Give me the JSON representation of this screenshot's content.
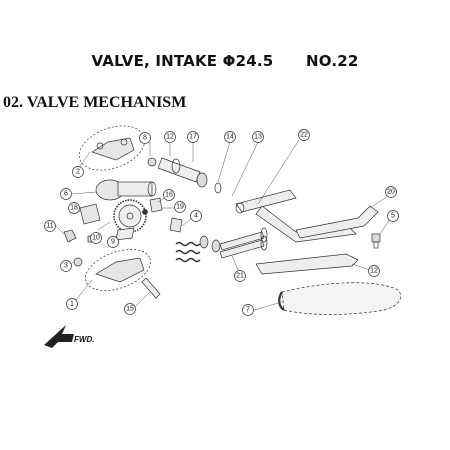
{
  "header": {
    "title": "VALVE, INTAKE Φ24.5      NO.22"
  },
  "section": {
    "title": "02. VALVE MECHANISM"
  },
  "diagram": {
    "fwd_label": "FWD.",
    "callouts": [
      {
        "id": "c8",
        "label": "8"
      },
      {
        "id": "c12a",
        "label": "12"
      },
      {
        "id": "c17",
        "label": "17"
      },
      {
        "id": "c14",
        "label": "14"
      },
      {
        "id": "c13",
        "label": "13"
      },
      {
        "id": "c22",
        "label": "22"
      },
      {
        "id": "c2",
        "label": "2"
      },
      {
        "id": "c6",
        "label": "6"
      },
      {
        "id": "c16",
        "label": "16"
      },
      {
        "id": "c19",
        "label": "19"
      },
      {
        "id": "c18",
        "label": "18"
      },
      {
        "id": "c20",
        "label": "20"
      },
      {
        "id": "c5",
        "label": "5"
      },
      {
        "id": "c11",
        "label": "11"
      },
      {
        "id": "c4",
        "label": "4"
      },
      {
        "id": "c10",
        "label": "10"
      },
      {
        "id": "c9",
        "label": "9"
      },
      {
        "id": "c3",
        "label": "3"
      },
      {
        "id": "c21",
        "label": "21"
      },
      {
        "id": "c12b",
        "label": "12"
      },
      {
        "id": "c1",
        "label": "1"
      },
      {
        "id": "c15",
        "label": "15"
      },
      {
        "id": "c7",
        "label": "7"
      }
    ],
    "colors": {
      "line": "#333333",
      "chain_fill": "#f4f4f4",
      "part_fill": "#dcdcdc"
    }
  }
}
